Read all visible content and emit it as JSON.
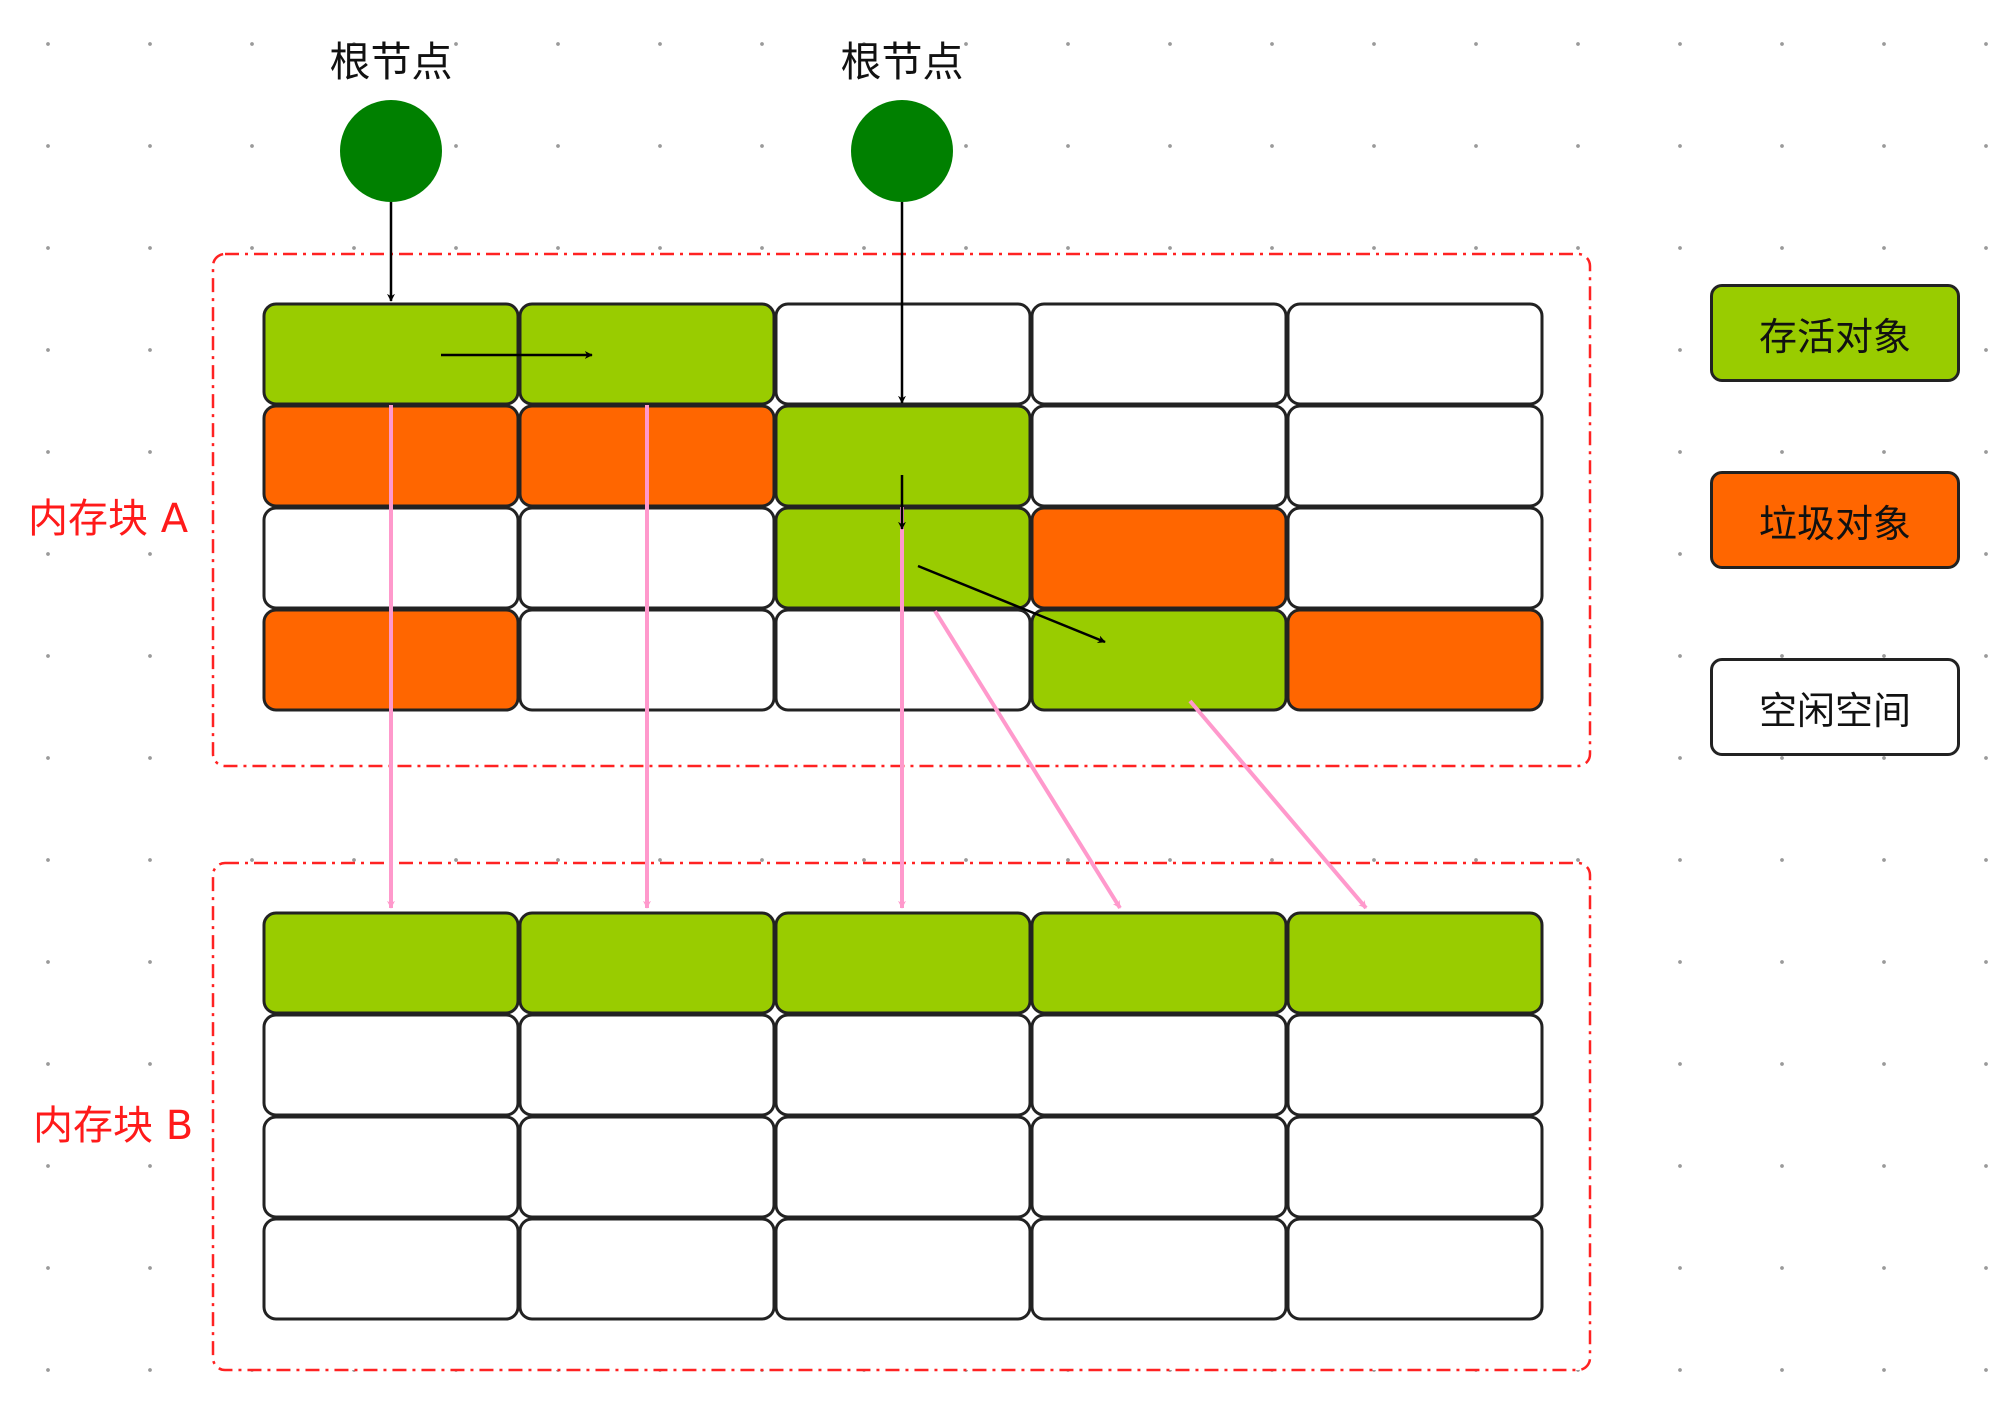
{
  "colors": {
    "live": "#99cc00",
    "garbage": "#ff6600",
    "free": "#ffffff",
    "root": "#008000",
    "copy_arrow": "#ff99cc",
    "block_border": "#ff2222"
  },
  "roots": [
    {
      "label": "根节点"
    },
    {
      "label": "根节点"
    }
  ],
  "blocks": {
    "a": {
      "label": "内存块 A",
      "rows": [
        [
          "live",
          "live",
          "free",
          "free",
          "free"
        ],
        [
          "garbage",
          "garbage",
          "live",
          "free",
          "free"
        ],
        [
          "free",
          "free",
          "live",
          "garbage",
          "free"
        ],
        [
          "garbage",
          "free",
          "free",
          "live",
          "garbage"
        ]
      ]
    },
    "b": {
      "label": "内存块 B",
      "rows": [
        [
          "live",
          "live",
          "live",
          "live",
          "live"
        ],
        [
          "free",
          "free",
          "free",
          "free",
          "free"
        ],
        [
          "free",
          "free",
          "free",
          "free",
          "free"
        ],
        [
          "free",
          "free",
          "free",
          "free",
          "free"
        ]
      ]
    }
  },
  "legend": {
    "live": {
      "label": "存活对象"
    },
    "garbage": {
      "label": "垃圾对象"
    },
    "free": {
      "label": "空闲空间"
    }
  }
}
